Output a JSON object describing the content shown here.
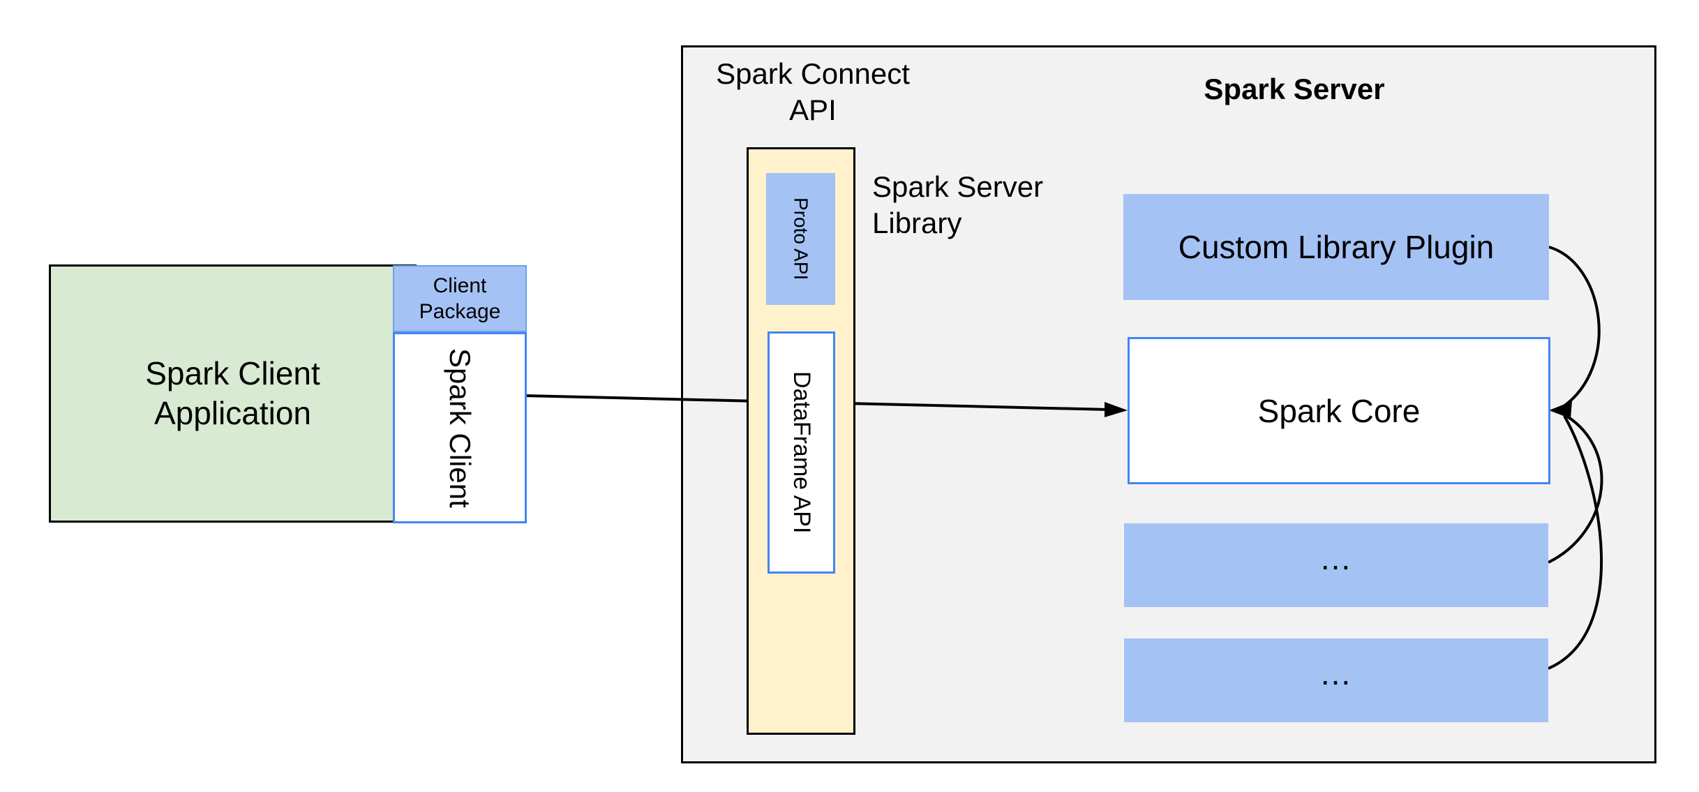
{
  "diagram": {
    "client_side": {
      "application_label": "Spark Client\nApplication",
      "client_package_label": "Client\nPackage",
      "spark_client_label": "Spark Client"
    },
    "connect_api": {
      "column_label": "Spark Connect\nAPI",
      "proto_api_label": "Proto API",
      "dataframe_api_label": "DataFrame API",
      "library_label": "Spark Server\nLibrary"
    },
    "server_side": {
      "title": "Spark Server",
      "custom_library_plugin_label": "Custom Library Plugin",
      "spark_core_label": "Spark Core",
      "placeholder_1_label": "...",
      "placeholder_2_label": "..."
    },
    "connections": [
      {
        "from": "spark-client",
        "to": "spark-core",
        "style": "straight-arrow"
      },
      {
        "from": "custom-library-plugin",
        "to": "spark-core",
        "style": "curved-arrow"
      },
      {
        "from": "placeholder-1",
        "to": "spark-core",
        "style": "curved-arrow"
      },
      {
        "from": "placeholder-2",
        "to": "spark-core",
        "style": "curved-arrow"
      }
    ],
    "colors": {
      "page_background": "#ffffff",
      "server_container_fill": "#f2f2f2",
      "container_border": "#000000",
      "client_app_fill": "#d9ead3",
      "blue_fill": "#a4c2f4",
      "blue_border": "#4285f4",
      "yellow_fill": "#fff2cc",
      "arrow_color": "#000000",
      "text_color": "#000000"
    }
  }
}
